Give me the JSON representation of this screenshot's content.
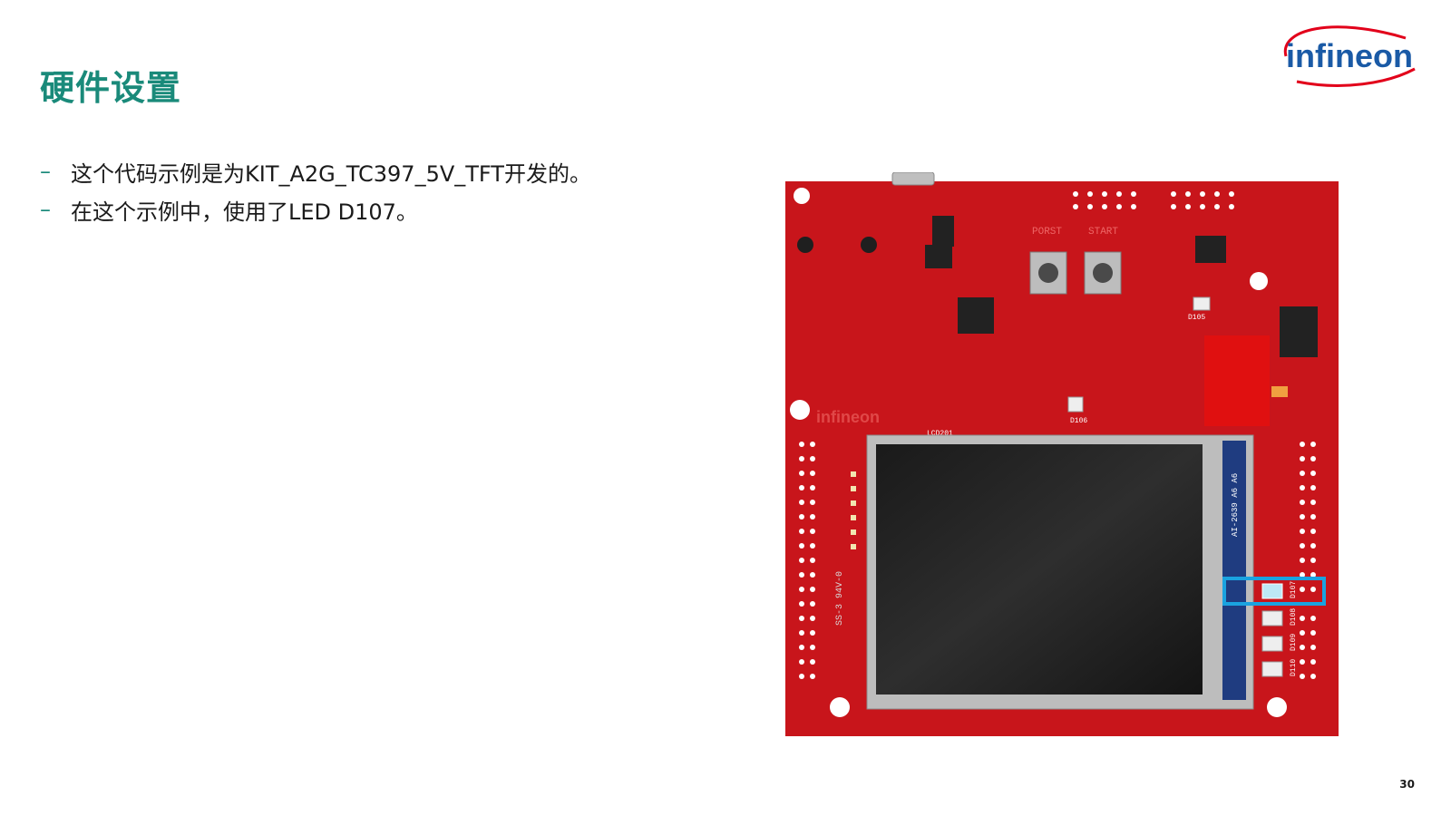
{
  "slide": {
    "title": "硬件设置",
    "bullets": [
      {
        "marker": "–",
        "text": "这个代码示例是为KIT_A2G_TC397_5V_TFT开发的。"
      },
      {
        "marker": "–",
        "text": "在这个示例中，使用了LED D107。"
      }
    ],
    "page_number": "30"
  },
  "logo": {
    "text": "infineon",
    "icon": "infineon-logo",
    "color": "#1a5aa6",
    "swoosh_color": "#e2001a"
  },
  "board": {
    "icon": "evaluation-board-photo",
    "pcb_color": "#c8151b",
    "highlight_color": "#1aa3e0",
    "labels": {
      "porst": "PORST",
      "start": "START",
      "brand": "infineon",
      "lcd": "LCD201",
      "d105": "D105",
      "d106": "D106",
      "d107": "D107",
      "d108": "D108",
      "d109": "D109",
      "d110": "D110",
      "display_code": "AI-2639 A6 A6",
      "cert": "SS-3 94V-0"
    }
  },
  "colors": {
    "title": "#1a8a7a",
    "text": "#1a1a1a"
  }
}
